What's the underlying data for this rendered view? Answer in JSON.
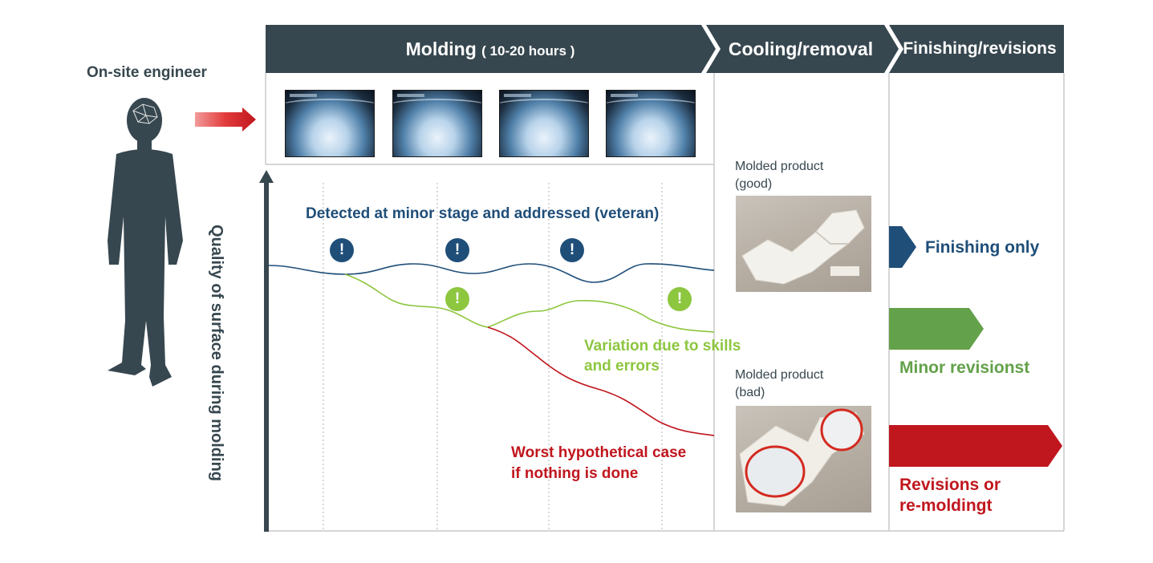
{
  "header": {
    "molding_label": "Molding",
    "molding_hours": "( 10-20 hours )",
    "cooling_label": "Cooling/removal",
    "finishing_label": "Finishing/revisions"
  },
  "engineer": {
    "label": "On-site engineer",
    "icon": "person-silhouette-icon"
  },
  "chart": {
    "y_axis_label": "Quality of surface during molding",
    "veteran_label": "Detected at minor stage and addressed (veteran)",
    "variation_label_line1": "Variation due to skills",
    "variation_label_line2": "and errors",
    "worst_label_line1": "Worst hypothetical case",
    "worst_label_line2": "if nothing is done",
    "alert_symbol": "!"
  },
  "products": {
    "good_label_line1": "Molded product",
    "good_label_line2": "(good)",
    "bad_label_line1": "Molded product",
    "bad_label_line2": "(bad)"
  },
  "outcomes": {
    "finishing_only": "Finishing only",
    "minor_revisions": "Minor revisionst",
    "revisions_line1": "Revisions or",
    "revisions_line2": "re-moldingt"
  },
  "colors": {
    "header": "#37474f",
    "blue": "#1f4e79",
    "green": "#8dc63f",
    "red": "#c0161e",
    "grid": "#b0b0b0"
  }
}
